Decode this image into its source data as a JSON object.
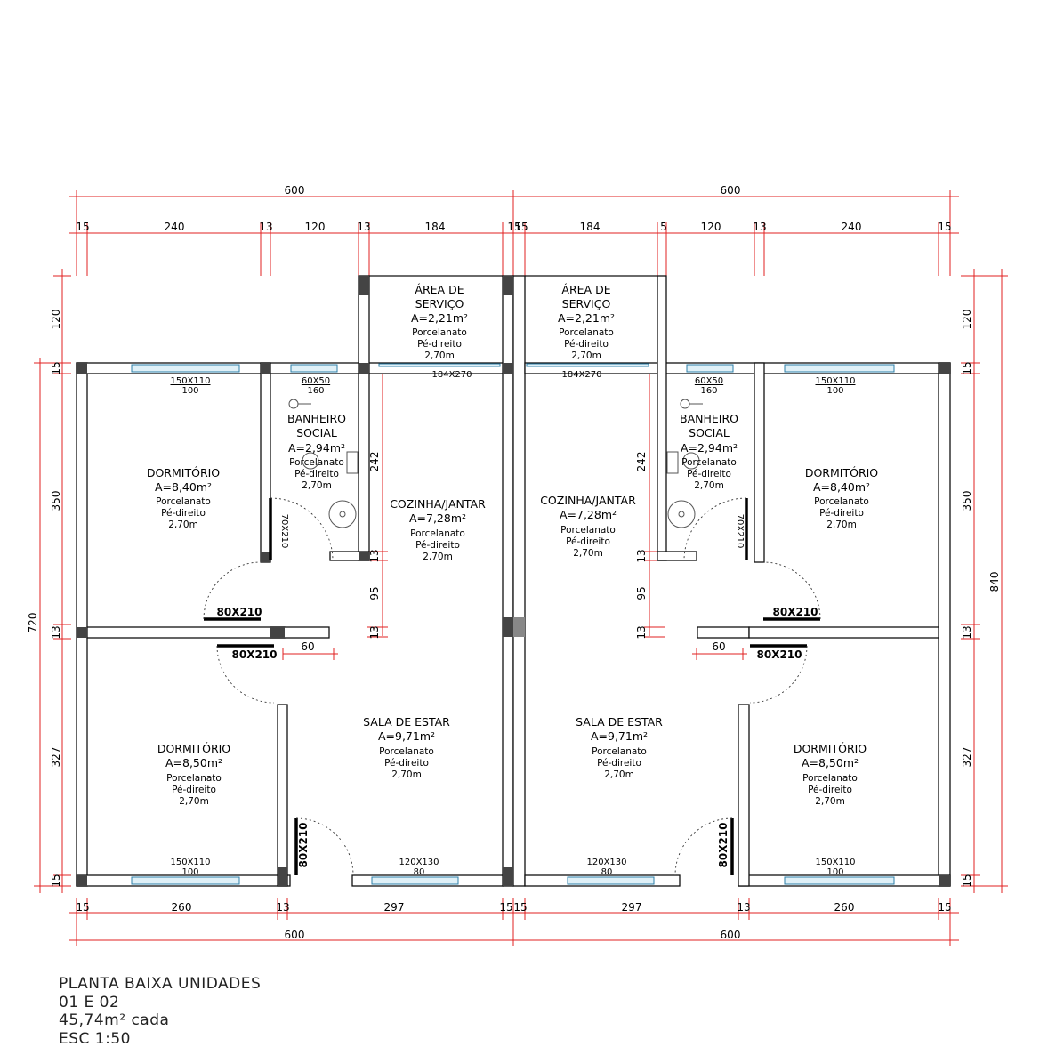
{
  "dimensions": {
    "top_overall": [
      "600",
      "600"
    ],
    "top_detail": [
      "15",
      "240",
      "13",
      "120",
      "13",
      "184",
      "15",
      "15",
      "184",
      "5",
      "120",
      "13",
      "240",
      "15"
    ],
    "bottom_detail": [
      "15",
      "260",
      "13",
      "297",
      "15",
      "15",
      "297",
      "13",
      "260",
      "15"
    ],
    "bottom_overall": [
      "600",
      "600"
    ],
    "left_outer": "720",
    "left_inner": [
      "120",
      "15",
      "350",
      "13",
      "327",
      "15"
    ],
    "right_outer": "840",
    "right_inner": [
      "120",
      "15",
      "350",
      "13",
      "327",
      "15"
    ],
    "interior": {
      "bath_depth": "242",
      "small_a": "13",
      "gap": "95",
      "small_b": "13",
      "hall": "60"
    }
  },
  "rooms": {
    "area_servico": {
      "name_1": "ÁREA DE",
      "name_2": "SERVIÇO",
      "area": "A=2,21m²",
      "floor": "Porcelanato",
      "ceiling_label": "Pé-direito",
      "ceiling": "2,70m"
    },
    "banheiro": {
      "name_1": "BANHEIRO",
      "name_2": "SOCIAL",
      "area": "A=2,94m²",
      "floor": "Porcelanato",
      "ceiling_label": "Pé-direito",
      "ceiling": "2,70m"
    },
    "dormitorio_top": {
      "name": "DORMITÓRIO",
      "area": "A=8,40m²",
      "floor": "Porcelanato",
      "ceiling_label": "Pé-direito",
      "ceiling": "2,70m"
    },
    "dormitorio_bottom": {
      "name": "DORMITÓRIO",
      "area": "A=8,50m²",
      "floor": "Porcelanato",
      "ceiling_label": "Pé-direito",
      "ceiling": "2,70m"
    },
    "cozinha": {
      "name": "COZINHA/JANTAR",
      "area": "A=7,28m²",
      "floor": "Porcelanato",
      "ceiling_label": "Pé-direito",
      "ceiling": "2,70m"
    },
    "sala": {
      "name": "SALA DE ESTAR",
      "area": "A=9,71m²",
      "floor": "Porcelanato",
      "ceiling_label": "Pé-direito",
      "ceiling": "2,70m"
    }
  },
  "openings": {
    "win_dorm_top": {
      "size": "150X110",
      "sill": "100"
    },
    "win_bath": {
      "size": "60X50",
      "sill": "160"
    },
    "door_service": {
      "size": "184X270"
    },
    "win_dorm_bottom": {
      "size": "150X110",
      "sill": "100"
    },
    "win_sala": {
      "size": "120X130",
      "sill": "80"
    },
    "door_bath": "70X210",
    "door_dorm_top": "80X210",
    "door_dorm_bottom": "80X210",
    "door_entry": "80X210"
  },
  "caption": {
    "line1": "PLANTA BAIXA UNIDADES",
    "line2": "01 E 02",
    "line3": "45,74m² cada",
    "line4": "ESC 1:50"
  },
  "colors": {
    "dimension_lines": "#e02020",
    "walls": "#111111",
    "column_fill": "#444444",
    "window_glass": "#5fa8c8"
  }
}
